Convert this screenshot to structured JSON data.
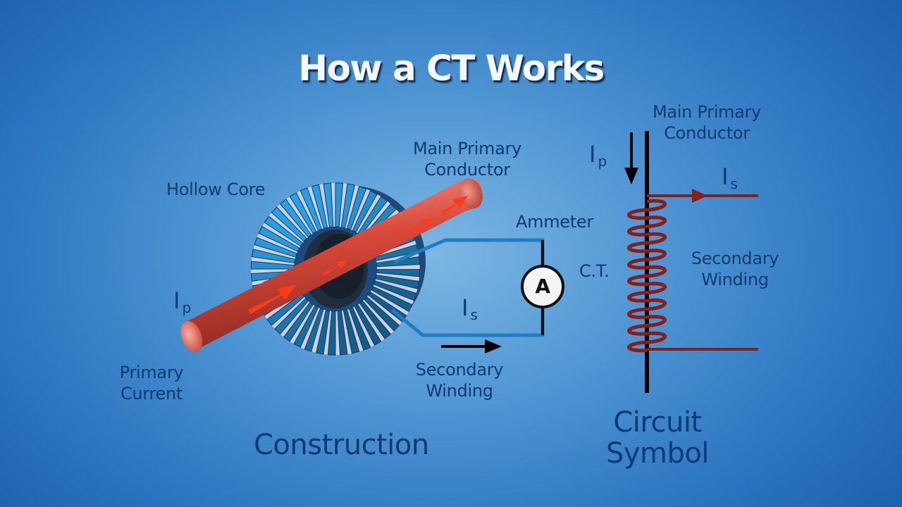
{
  "title": "How a CT Works",
  "construction": {
    "hollow_core": "Hollow Core",
    "main_primary_conductor": [
      "Main Primary",
      "Conductor"
    ],
    "ammeter": "Ammeter",
    "ammeter_symbol": "A",
    "ip_symbol": "I",
    "ip_sub": "p",
    "is_symbol": "I",
    "is_sub": "s",
    "primary_current": [
      "Primary",
      "Current"
    ],
    "secondary_winding": [
      "Secondary",
      "Winding"
    ],
    "caption": "Construction"
  },
  "circuit_symbol": {
    "main_primary_conductor": [
      "Main Primary",
      "Conductor"
    ],
    "ip_symbol": "I",
    "ip_sub": "p",
    "is_symbol": "I",
    "is_sub": "s",
    "ct_label": "C.T.",
    "secondary_winding": [
      "Secondary",
      "Winding"
    ],
    "caption": [
      "Circuit",
      "Symbol"
    ]
  },
  "colors": {
    "conductor": "#d9493a",
    "core_teeth": "#2f8fd3",
    "wire": "#1e7fc0",
    "winding": "#8a1e16",
    "label": "#0f3a73"
  },
  "icons": [
    "current-arrow-icon",
    "ammeter-icon"
  ]
}
